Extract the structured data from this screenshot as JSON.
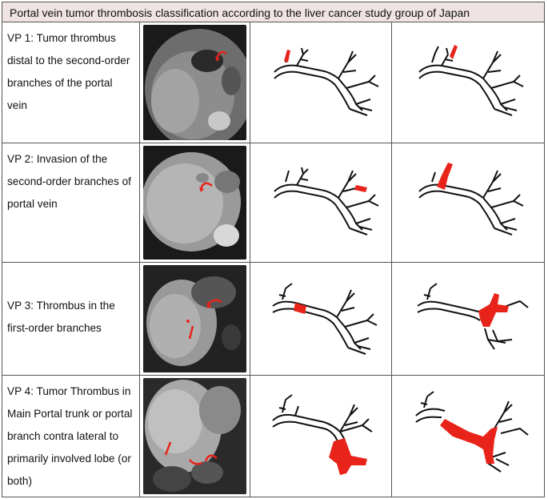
{
  "title": "Portal vein tumor thrombosis classification according to the liver cancer study group of Japan",
  "rows": [
    {
      "label": "VP 1: Tumor thrombus distal to the second-order branches of the portal vein"
    },
    {
      "label": "VP 2: Invasion of the second-order branches of portal vein"
    },
    {
      "label": "VP 3: Thrombus in the first-order branches"
    },
    {
      "label": "VP 4: Tumor Thrombus in Main Portal trunk or portal branch contra lateral to primarily involved lobe (or both)"
    }
  ],
  "colors": {
    "thrombus": "#e8231a",
    "border": "#555555",
    "header_bg": "#efe3e3"
  }
}
